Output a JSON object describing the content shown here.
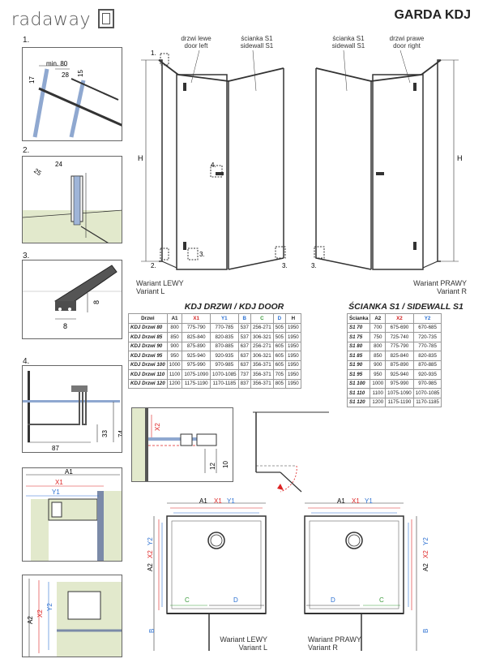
{
  "brand": {
    "name": "radaway"
  },
  "title": "GARDA KDJ",
  "details": [
    {
      "num": "1."
    },
    {
      "num": "2."
    },
    {
      "num": "3."
    },
    {
      "num": "4."
    }
  ],
  "detail1": {
    "min": "min. 80",
    "d17": "17",
    "d28": "28",
    "d15": "15"
  },
  "detail2": {
    "d25": "25",
    "d24": "24"
  },
  "detail3": {
    "d8a": "8",
    "d8b": "8"
  },
  "detail4": {
    "d87": "87",
    "d33": "33",
    "d74": "74"
  },
  "detail5": {
    "a1": "A1",
    "x1": "X1",
    "y1": "Y1"
  },
  "detail6": {
    "a2": "A2",
    "x2": "X2",
    "y2": "Y2"
  },
  "left_view": {
    "door_caption_pl": "drzwi lewe",
    "door_caption_en": "door left",
    "side_caption_pl": "ścianka S1",
    "side_caption_en": "sidewall S1",
    "marker1": "1.",
    "marker2": "2.",
    "marker3": "3.",
    "marker4": "4.",
    "h": "H",
    "variant_pl": "Wariant LEWY",
    "variant_en": "Variant L"
  },
  "right_view": {
    "side_caption_pl": "ścianka S1",
    "side_caption_en": "sidewall S1",
    "door_caption_pl": "drzwi prawe",
    "door_caption_en": "door right",
    "marker3": "3.",
    "h": "H",
    "variant_pl": "Wariant PRAWY",
    "variant_en": "Variant R"
  },
  "door_table": {
    "heading": "KDJ DRZWI / KDJ DOOR",
    "headers": [
      "Drzwi",
      "A1",
      "X1",
      "Y1",
      "B",
      "C",
      "D",
      "H"
    ],
    "rows": [
      [
        "KDJ Drzwi 80",
        "800",
        "775-790",
        "770-785",
        "537",
        "256-271",
        "505",
        "1950"
      ],
      [
        "KDJ Drzwi 85",
        "850",
        "825-840",
        "820-835",
        "537",
        "306-321",
        "505",
        "1950"
      ],
      [
        "KDJ Drzwi 90",
        "900",
        "875-890",
        "870-885",
        "637",
        "256-271",
        "605",
        "1950"
      ],
      [
        "KDJ Drzwi 95",
        "950",
        "925-940",
        "920-935",
        "637",
        "306-321",
        "605",
        "1950"
      ],
      [
        "KDJ Drzwi 100",
        "1000",
        "975-990",
        "970-985",
        "637",
        "356-371",
        "605",
        "1950"
      ],
      [
        "KDJ Drzwi 110",
        "1100",
        "1075-1090",
        "1070-1085",
        "737",
        "356-371",
        "705",
        "1950"
      ],
      [
        "KDJ Drzwi 120",
        "1200",
        "1175-1190",
        "1170-1185",
        "837",
        "356-371",
        "805",
        "1950"
      ]
    ]
  },
  "wall_table": {
    "heading": "ŚCIANKA S1 / SIDEWALL S1",
    "headers": [
      "Ścianka",
      "A2",
      "X2",
      "Y2"
    ],
    "rows": [
      [
        "S1 70",
        "700",
        "675-690",
        "670-685"
      ],
      [
        "S1 75",
        "750",
        "725-740",
        "720-735"
      ],
      [
        "S1 80",
        "800",
        "775-790",
        "770-785"
      ],
      [
        "S1 85",
        "850",
        "825-840",
        "820-835"
      ],
      [
        "S1 90",
        "900",
        "875-890",
        "870-885"
      ],
      [
        "S1 95",
        "950",
        "925-940",
        "920-935"
      ],
      [
        "S1 100",
        "1000",
        "975-990",
        "970-985"
      ],
      [
        "S1 110",
        "1100",
        "1075-1090",
        "1070-1085"
      ],
      [
        "S1 120",
        "1200",
        "1175-1190",
        "1170-1185"
      ]
    ]
  },
  "detail_x2": {
    "x2": "X2",
    "d10": "10",
    "d12": "12"
  },
  "plan_left": {
    "a1": "A1",
    "x1": "X1",
    "y1": "Y1",
    "a2": "A2",
    "x2": "X2",
    "y2": "Y2",
    "b": "B",
    "c": "C",
    "d": "D",
    "variant_pl": "Wariant LEWY",
    "variant_en": "Variant L"
  },
  "plan_right": {
    "a1": "A1",
    "x1": "X1",
    "y1": "Y1",
    "a2": "A2",
    "x2": "X2",
    "y2": "Y2",
    "b": "B",
    "c": "C",
    "d": "D",
    "variant_pl": "Wariant PRAWY",
    "variant_en": "Variant R"
  },
  "colors": {
    "x": "#d22222",
    "y": "#2a6fd1",
    "c": "#3a9a3a",
    "glass": "#e6ecd8"
  }
}
